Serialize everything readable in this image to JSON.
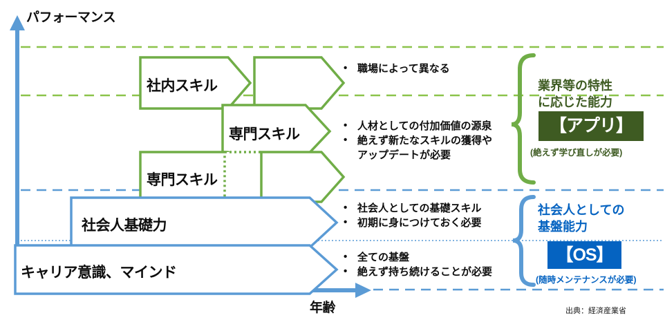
{
  "axes": {
    "y_label": "パフォーマンス",
    "x_label": "年齢",
    "axis_color": "#5b9bd5"
  },
  "rows": [
    {
      "id": "row-company-skill",
      "label": "社内スキル",
      "bullets": [
        "職場によって異なる"
      ],
      "color": "#70ad47",
      "style": "solid"
    },
    {
      "id": "row-specialty-skill-upper",
      "label": "専門スキル",
      "bullets": [
        "人材としての付加価値の源泉",
        "絶えず新たなスキルの獲得や",
        "アップデートが必要"
      ],
      "color": "#70ad47",
      "style": "solid"
    },
    {
      "id": "row-specialty-skill-lower",
      "label": "専門スキル",
      "bullets": [],
      "color": "#70ad47",
      "style": "solid-dotted-solid"
    },
    {
      "id": "row-basic-workplace-skill",
      "label": "社会人基礎力",
      "bullets": [
        "社会人としての基礎スキル",
        "初期に身につけておく必要"
      ],
      "color": "#5b9bd5",
      "style": "solid"
    },
    {
      "id": "row-career-mindset",
      "label": "キャリア意識、マインド",
      "bullets": [
        "全ての基盤",
        "絶えず持ち続けることが必要"
      ],
      "color": "#5b9bd5",
      "style": "solid"
    }
  ],
  "groups": {
    "upper": {
      "heading_line1": "業界等の特性",
      "heading_line2": "に応じた能力",
      "tag": "【アプリ】",
      "note": "(絶えず学び直しが必要)",
      "color": "#3e5b22",
      "brace_color": "#70ad47"
    },
    "lower": {
      "heading_line1": "社会人としての",
      "heading_line2": "基盤能力",
      "tag": "【OS】",
      "note": "(随時メンテナンスが必要)",
      "color": "#0563c1",
      "brace_color": "#5b9bd5"
    }
  },
  "gridlines": {
    "green_dashed": [
      68,
      138
    ],
    "blue_dashed": [
      275,
      419
    ],
    "blue_dotted": [
      348
    ]
  },
  "source": "出典：経済産業省"
}
